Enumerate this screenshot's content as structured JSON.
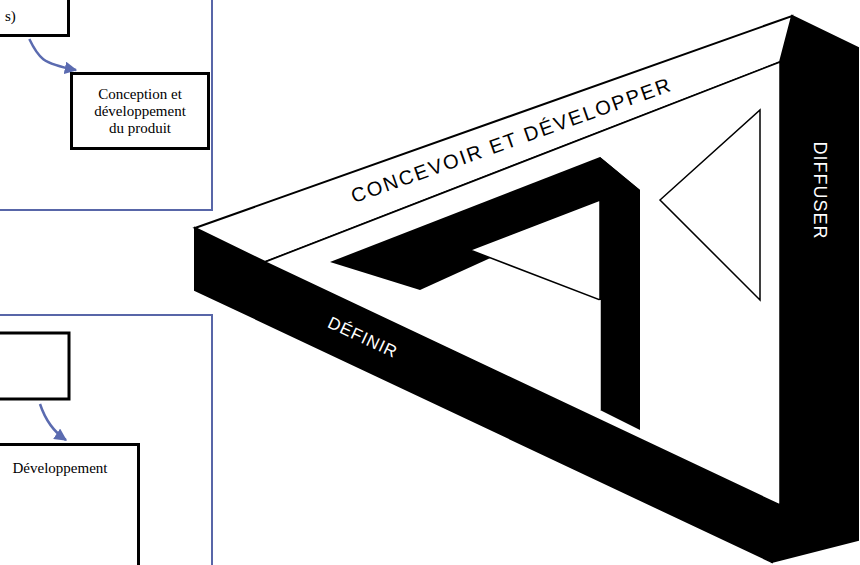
{
  "diagram": {
    "nodes": [
      {
        "text": [
          "s)"
        ]
      },
      {
        "text": [
          "Conception et développement du produit"
        ]
      },
      {
        "text": [
          "Développement"
        ]
      }
    ],
    "edges": [
      {
        "from": 0,
        "to": 1,
        "arrow": "to"
      }
    ],
    "labels": [
      "CONCEVOIR ET DÉVELOPPER",
      "DIFFUSER",
      "DÉFINIR"
    ]
  }
}
